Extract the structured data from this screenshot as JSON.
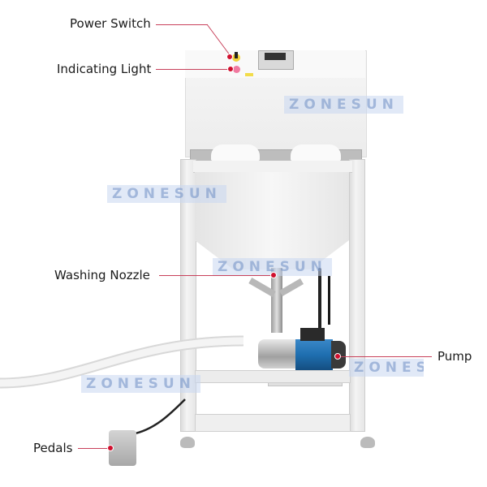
{
  "callouts": [
    {
      "id": "power-switch",
      "label": "Power Switch"
    },
    {
      "id": "indicating-light",
      "label": "Indicating Light"
    },
    {
      "id": "washing-nozzle",
      "label": "Washing Nozzle"
    },
    {
      "id": "pump",
      "label": "Pump"
    },
    {
      "id": "pedals",
      "label": "Pedals"
    }
  ],
  "watermark": "ZONESUN",
  "colors": {
    "callout_line": "#c8405a",
    "callout_dot": "#d0102e",
    "pump_blue": "#1f6fb0",
    "frame": "#e8e8e8"
  }
}
